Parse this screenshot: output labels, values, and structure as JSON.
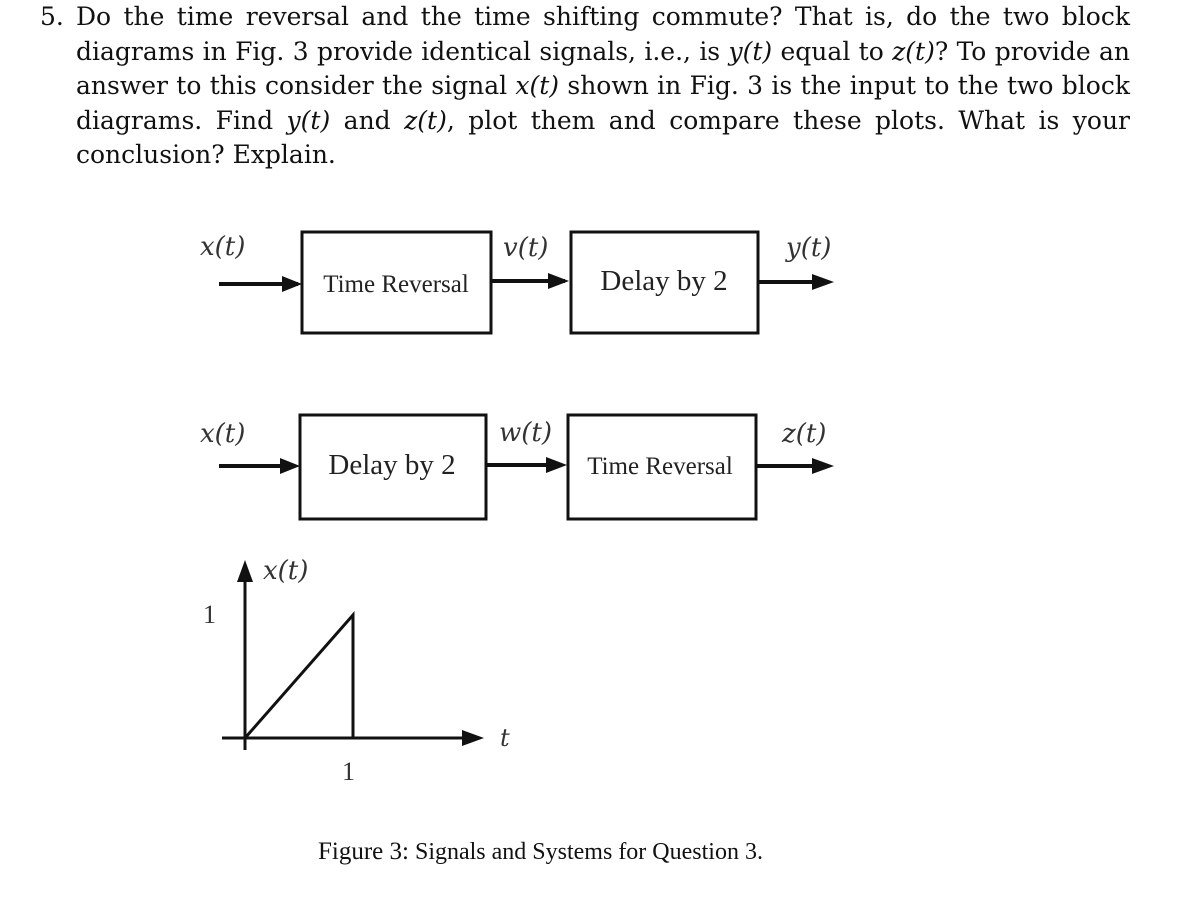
{
  "question": {
    "number": "5.",
    "parts": [
      {
        "t": "Do the time reversal and the time shifting commute?  That is, do the two block diagrams in Fig. 3 provide identical signals, i.e., is "
      },
      {
        "m": "y(t)"
      },
      {
        "t": " equal to "
      },
      {
        "m": "z(t)"
      },
      {
        "t": "?  To provide an answer to this consider the signal "
      },
      {
        "m": "x(t)"
      },
      {
        "t": " shown in Fig. 3 is the input to the two block diagrams. Find "
      },
      {
        "m": "y(t)"
      },
      {
        "t": " and "
      },
      {
        "m": "z(t)"
      },
      {
        "t": ", plot them and compare these plots. What is your conclusion? Explain."
      }
    ]
  },
  "diagram1": {
    "input_label": "x(t)",
    "block1": "Time Reversal",
    "mid_label": "v(t)",
    "block2": "Delay by 2",
    "output_label": "y(t)"
  },
  "diagram2": {
    "input_label": "x(t)",
    "block1": "Delay by 2",
    "mid_label": "w(t)",
    "block2": "Time Reversal",
    "output_label": "z(t)"
  },
  "plot": {
    "signal_label": "x(t)",
    "y_tick": "1",
    "x_tick": "1",
    "x_axis": "t",
    "x_range": [
      0,
      1
    ],
    "peak": 1
  },
  "caption": {
    "label": "Figure 3:",
    "text": " Signals and Systems for Question 3."
  }
}
